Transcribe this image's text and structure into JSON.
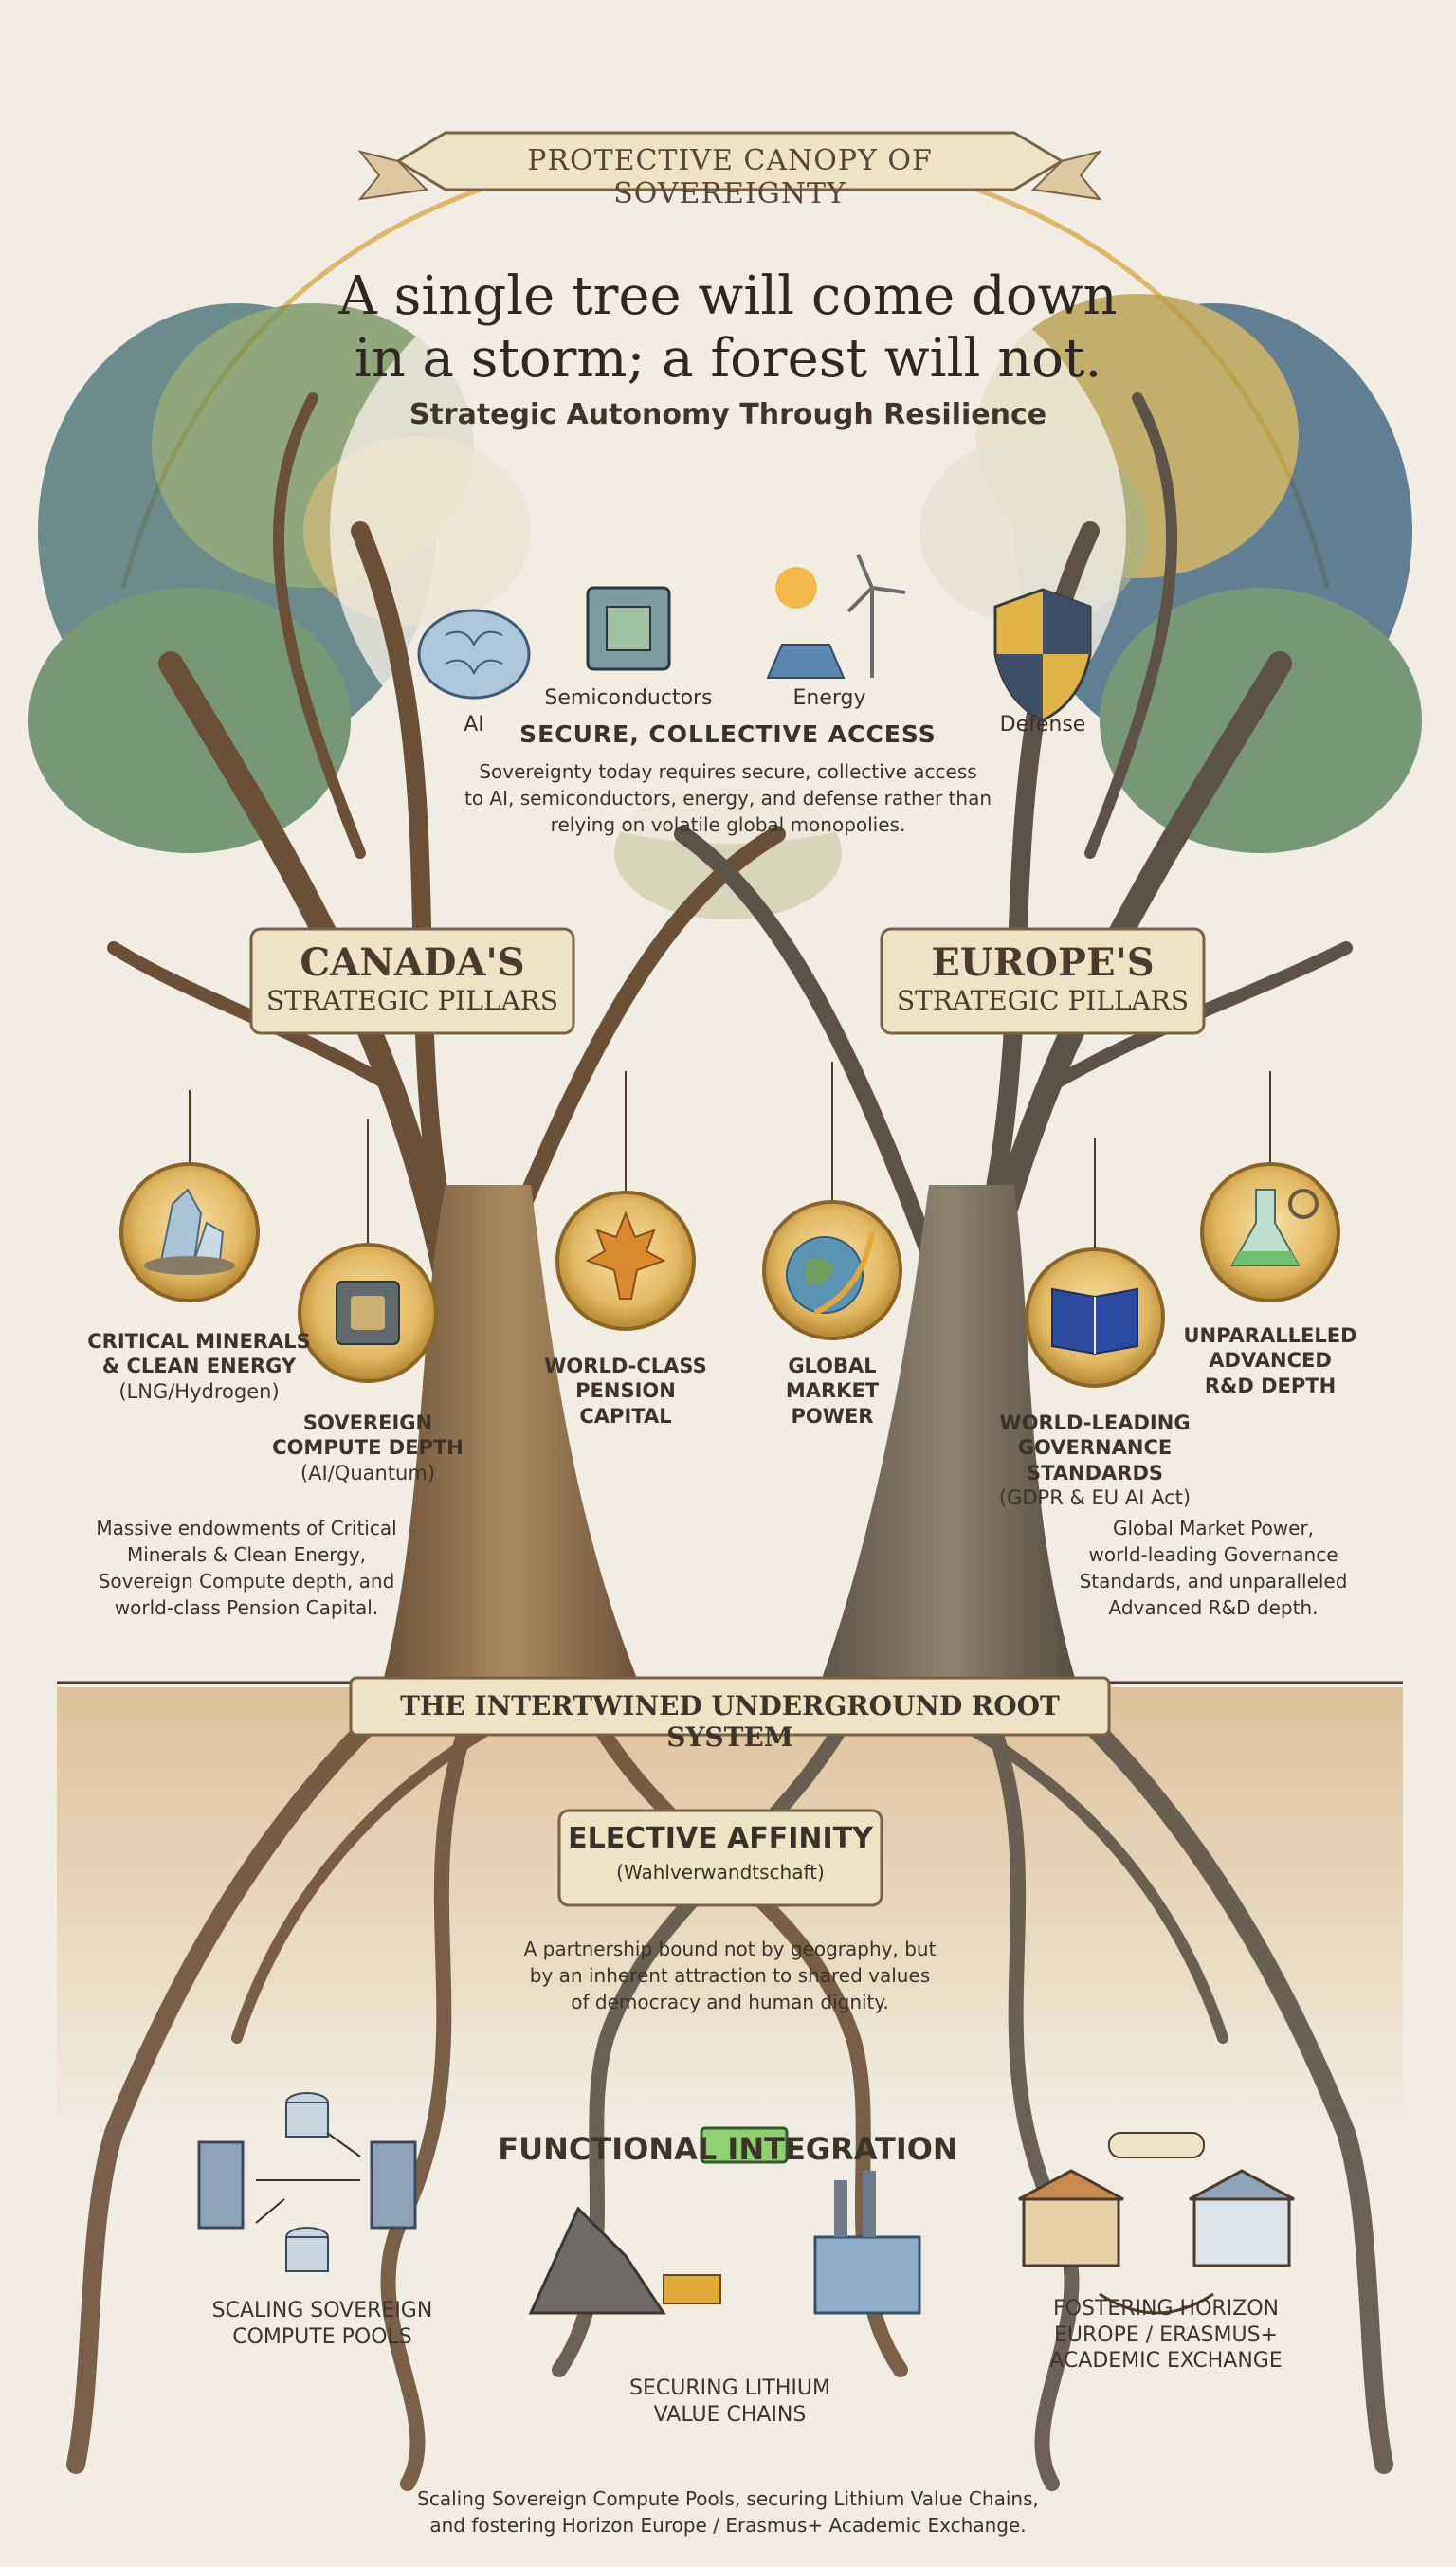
{
  "canopy_banner": "PROTECTIVE CANOPY OF SOVEREIGNTY",
  "headline": {
    "line1": "A single tree will come down",
    "line2": "in a storm; a forest will not."
  },
  "subtitle": "Strategic Autonomy Through Resilience",
  "access_icons": [
    {
      "label": "AI",
      "icon": "brain-icon"
    },
    {
      "label": "Semiconductors",
      "icon": "chip-icon"
    },
    {
      "label": "Energy",
      "icon": "solar-wind-icon"
    },
    {
      "label": "Defense",
      "icon": "shield-icon"
    }
  ],
  "access_heading": "SECURE, COLLECTIVE ACCESS",
  "access_text": {
    "line1": "Sovereignty today requires secure, collective access",
    "line2": "to AI, semiconductors, energy, and defense rather than",
    "line3": "relying on volatile global monopolies."
  },
  "canada_banner": {
    "line1": "CANADA'S",
    "line2": "STRATEGIC PILLARS"
  },
  "europe_banner": {
    "line1": "EUROPE'S",
    "line2": "STRATEGIC PILLARS"
  },
  "medals": [
    {
      "icon": "crystal-icon",
      "lines": [
        "CRITICAL MINERALS",
        "& CLEAN ENERGY",
        "(LNG/Hydrogen)"
      ]
    },
    {
      "icon": "cpu-icon",
      "lines": [
        "SOVEREIGN",
        "COMPUTE DEPTH",
        "(AI/Quantum)"
      ]
    },
    {
      "icon": "maple-leaf-icon",
      "lines": [
        "WORLD-CLASS",
        "PENSION",
        "CAPITAL"
      ]
    },
    {
      "icon": "globe-icon",
      "lines": [
        "GLOBAL",
        "MARKET",
        "POWER"
      ]
    },
    {
      "icon": "eu-book-icon",
      "lines": [
        "WORLD-LEADING",
        "GOVERNANCE",
        "STANDARDS",
        "(GDPR & EU AI Act)"
      ]
    },
    {
      "icon": "flask-gear-icon",
      "lines": [
        "UNPARALLELED",
        "ADVANCED",
        "R&D DEPTH"
      ]
    }
  ],
  "canada_summary": {
    "line1": "Massive endowments of Critical",
    "line2": "Minerals & Clean Energy,",
    "line3": "Sovereign Compute depth, and",
    "line4": "world-class Pension Capital."
  },
  "europe_summary": {
    "line1": "Global Market Power,",
    "line2": "world-leading Governance",
    "line3": "Standards, and unparalleled",
    "line4": "Advanced R&D depth."
  },
  "root_banner": "THE INTERTWINED UNDERGROUND ROOT SYSTEM",
  "affinity": {
    "title": "ELECTIVE AFFINITY",
    "subtitle": "(Wahlverwandtschaft)"
  },
  "affinity_text": {
    "line1": "A partnership bound not by geography, but",
    "line2": "by an inherent attraction to shared values",
    "line3": "of democracy and human dignity."
  },
  "functional_heading": "FUNCTIONAL INTEGRATION",
  "integrations": [
    {
      "icon": "server-network-icon",
      "lines": [
        "SCALING SOVEREIGN",
        "COMPUTE POOLS"
      ]
    },
    {
      "icon": "lithium-chain-icon",
      "lines": [
        "SECURING LITHIUM",
        "VALUE CHAINS"
      ]
    },
    {
      "icon": "university-exchange-icon",
      "lines": [
        "FOSTERING HORIZON",
        "EUROPE / ERASMUS+",
        "ACADEMIC EXCHANGE"
      ]
    }
  ],
  "footer": {
    "line1": "Scaling Sovereign Compute Pools, securing Lithium Value Chains,",
    "line2": "and fostering Horizon Europe / Erasmus+ Academic Exchange."
  },
  "colors": {
    "paper": "#f1ede3",
    "bark": "#7a6146",
    "foliage_green": "#4f7a52",
    "foliage_blue": "#2f5a78",
    "gold": "#d8a84a",
    "soil": "#d9bf99"
  }
}
